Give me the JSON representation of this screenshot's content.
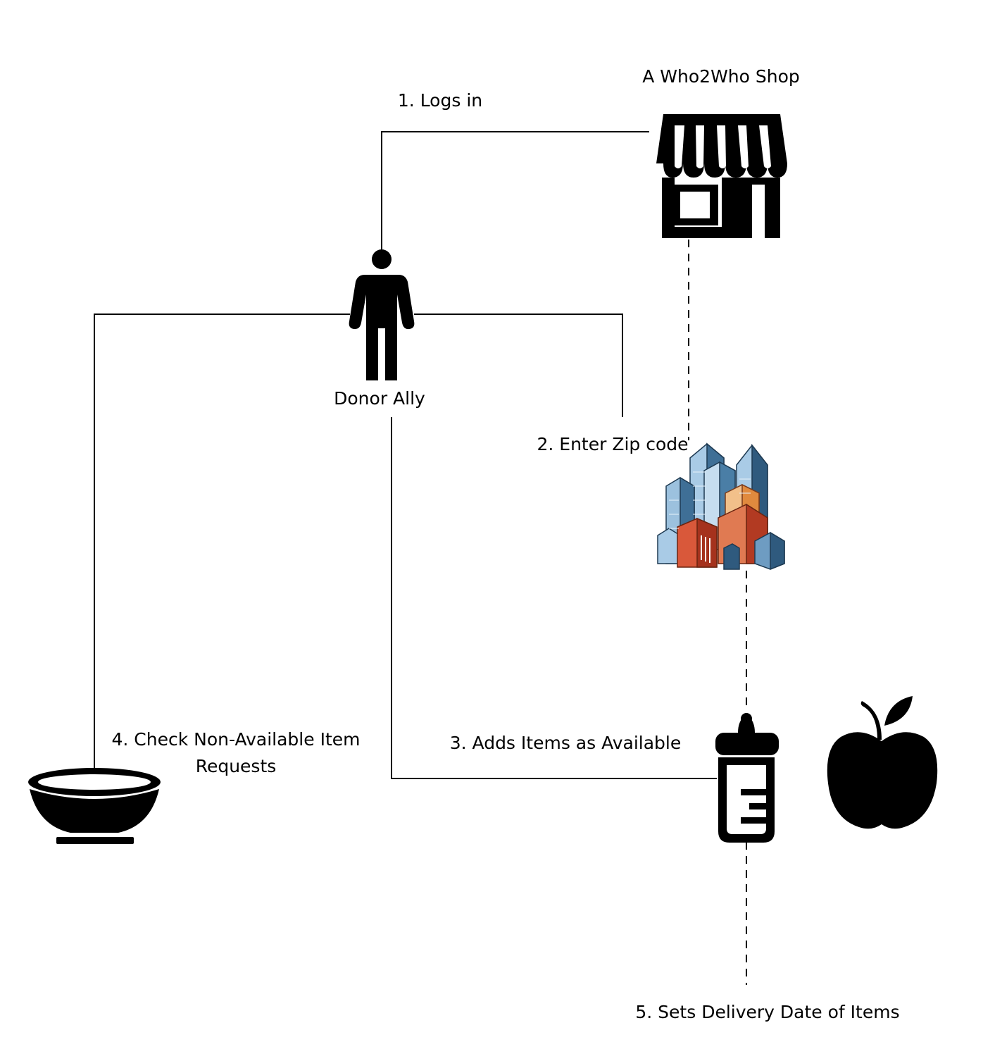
{
  "diagram": {
    "nodes": {
      "shop": {
        "label": "A Who2Who Shop",
        "icon": "shop-icon"
      },
      "donor": {
        "label": "Donor Ally",
        "icon": "person-icon"
      },
      "city": {
        "icon": "city-buildings-icon"
      },
      "bottle": {
        "icon": "baby-bottle-icon"
      },
      "apple": {
        "icon": "apple-icon"
      },
      "bowl": {
        "icon": "bowl-icon"
      }
    },
    "steps": {
      "login": "1. Logs in",
      "zip": "2. Enter Zip code",
      "add_items": "3. Adds Items as Available",
      "check_line1": "4. Check Non-Available Item",
      "check_line2": "Requests",
      "delivery": "5. Sets Delivery Date of Items"
    },
    "colors": {
      "line": "#000000",
      "icon": "#000000",
      "city_blue": "#3f6f96",
      "city_light": "#a9cbe6",
      "city_red": "#c8462b",
      "city_orange": "#e9a15c"
    }
  }
}
